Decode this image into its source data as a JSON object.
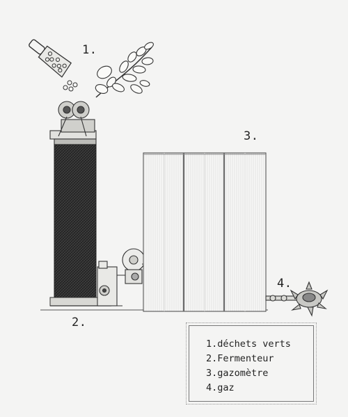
{
  "labels": {
    "one": "1.",
    "two": "2.",
    "three": "3.",
    "four": "4."
  },
  "legend": {
    "items": [
      "1.déchets verts",
      "2.Fermenteur",
      "3.gazomètre",
      "4.gaz"
    ]
  },
  "icons": {
    "waste": "seed-scoop-icon",
    "leaves": "leaf-branch-icon",
    "burner": "gas-burner-icon"
  },
  "colors": {
    "ink": "#222222",
    "paper": "#f4f4f3",
    "fermenter_fill": "#2e2e2e"
  }
}
